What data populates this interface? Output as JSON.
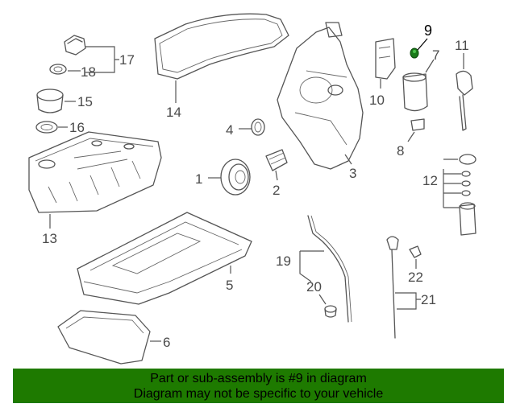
{
  "diagram": {
    "callouts": [
      "1",
      "2",
      "3",
      "4",
      "5",
      "6",
      "7",
      "8",
      "9",
      "10",
      "11",
      "12",
      "13",
      "14",
      "15",
      "16",
      "17",
      "18",
      "19",
      "20",
      "21",
      "22"
    ],
    "highlight_part": "9",
    "colors": {
      "highlight": "#1a7a1a",
      "banner": "#1e7a00",
      "lines": "#555555"
    }
  },
  "banner": {
    "line1": "Part or sub-assembly is #9 in diagram",
    "line2": "Diagram may not be specific to your vehicle"
  }
}
